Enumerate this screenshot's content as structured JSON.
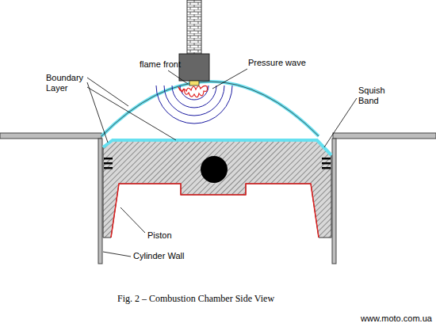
{
  "diagram": {
    "caption": "Fig. 2 – Combustion Chamber Side View",
    "labels": [
      "flame front",
      "Pressure wave",
      "Boundary Layer",
      "Squish Band",
      "Piston",
      "Cylinder Wall",
      "www.moto.com.ua"
    ]
  }
}
